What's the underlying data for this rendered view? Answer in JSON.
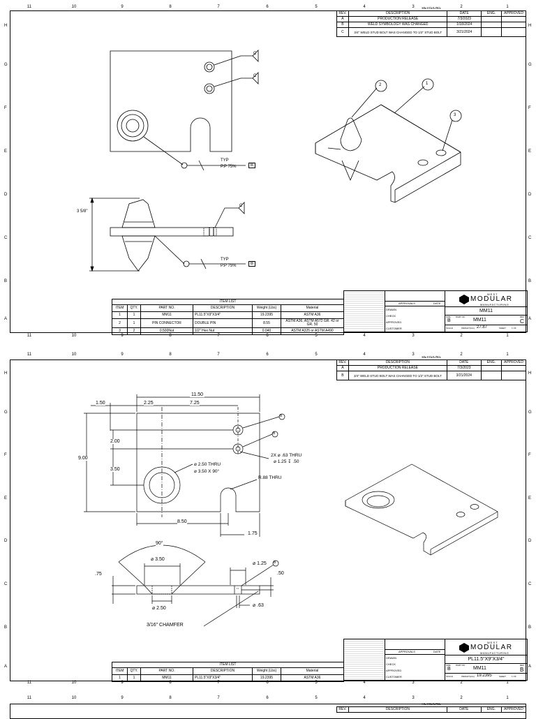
{
  "zones": {
    "columns": [
      "11",
      "10",
      "9",
      "8",
      "7",
      "6",
      "5",
      "4",
      "3",
      "2",
      "1"
    ],
    "rows_sheet1": [
      "H",
      "G",
      "F",
      "E",
      "D",
      "C",
      "B",
      "A"
    ],
    "rows_sheet2": [
      "H",
      "G",
      "F",
      "E",
      "D",
      "C",
      "B",
      "A"
    ]
  },
  "revisions_title": "REVISIONS",
  "revisions_headers": {
    "rev": "REV.",
    "description": "DESCRIPTION",
    "date": "DATE",
    "eng": "ENG.",
    "approved": "APPROVED"
  },
  "sheet1": {
    "revisions": [
      {
        "rev": "A",
        "description": "PRODUCTION RELEASE",
        "date": "7/3/2023"
      },
      {
        "rev": "B",
        "description": "WELD SYMBOLOGY WAS CHANGED",
        "date": "1/18/2024"
      },
      {
        "rev": "C",
        "description": "3/4\" WELD STUD BOLT WAS CHANGED TO 1/2\" STUD BOLT",
        "date": "3/21/2024"
      }
    ],
    "weld_labels": {
      "c1": "C",
      "c2": "C",
      "b1": "B",
      "b2": "B",
      "c3": "C"
    },
    "weld_notes": {
      "typ1": "TYP",
      "pp1": "P.P 75%",
      "typ2": "TYP",
      "pp2": "P.P 75%"
    },
    "dim_height": "3 5/8\"",
    "balloons": [
      "1",
      "2",
      "3"
    ],
    "item_list": {
      "title": "ITEM LIST",
      "headers": [
        "ITEM",
        "QTY.",
        "PART NO.",
        "DESCRIPTION",
        "Weight (Lbs)",
        "Material"
      ],
      "rows": [
        [
          "1",
          "1",
          "MM11",
          "PL11.5\"X9\"X3/4\"",
          "19.2395",
          "ASTM A36"
        ],
        [
          "2",
          "1",
          "PIN CONNECTOR",
          "DOUBLE PIN",
          "8.55",
          "ASTM A36, ASTM A572 GR. 42 or GR. 50"
        ],
        [
          "3",
          "2",
          "0.500Nut",
          "1/2\" Hex Nut",
          "0.040",
          "ASTM A325 or ASTM A490"
        ]
      ]
    },
    "title_block": {
      "approvals": "APPROVALS",
      "date_label": "DATE",
      "drawn": "DRAWN",
      "checked": "CHECK",
      "approved": "APPROVED",
      "customer": "CUSTOMER",
      "title": "MM11",
      "size_label": "SIZE",
      "size": "B",
      "part_no_label": "PART NO.",
      "part_no": "MM11",
      "rev_label": "REV",
      "rev": "C",
      "scale_label": "SCALE",
      "weight_label": "WEIGHT(Lbs)",
      "weight": "27.87",
      "sheet_label": "SHEET",
      "sheet": "1 OF"
    }
  },
  "sheet2": {
    "revisions": [
      {
        "rev": "A",
        "description": "PRODUCTION RELEASE",
        "date": "7/3/2023"
      },
      {
        "rev": "B",
        "description": "3/4\" WELD STUD BOLT WAS CHANGED TO 1/2\" STUD BOLT",
        "date": "3/21/2024"
      }
    ],
    "dims": {
      "overall_width": "11.50",
      "d150": "1.50",
      "d225": "2.25",
      "d725": "7.25",
      "d900": "9.00",
      "d200": "2.00",
      "d350": "3.50",
      "d850": "8.50",
      "d175": "1.75",
      "hole_note1": "⌀ 2.50 THRU",
      "hole_note2": "⌀ 3.50 X 90°",
      "holes_note1": "2X ⌀ .63 THRU",
      "holes_note2": "⌀ 1.25 ↧ .50",
      "slot": "R.88 THRU",
      "angle": "90°",
      "cs_dia": "⌀ 3.50",
      "thk": ".75",
      "cb_dia": "⌀ 1.25",
      "cb_depth": ".50",
      "thru_dia": "⌀ 2.50",
      "small_dia": "⌀ .63",
      "chamfer": "3/16\" CHAMFER",
      "weld_b1": "B",
      "weld_b2": "B",
      "weld_b3": "B"
    },
    "item_list": {
      "title": "ITEM LIST",
      "headers": [
        "ITEM",
        "QTY.",
        "PART NO.",
        "DESCRIPTION",
        "Weight (Lbs)",
        "Material"
      ],
      "rows": [
        [
          "1",
          "1",
          "MM11",
          "PL11.5\"X9\"X3/4\"",
          "19.2395",
          "ASTM A36"
        ]
      ]
    },
    "title_block": {
      "approvals": "APPROVALS",
      "date_label": "DATE",
      "drawn": "DRAWN",
      "checked": "CHECK",
      "approved": "APPROVED",
      "customer": "CUSTOMER",
      "title": "PL11.5\"X9\"X3/4\"",
      "size_label": "SIZE",
      "size": "B",
      "part_no_label": "PART NO.",
      "part_no": "MM11",
      "rev_label": "REV",
      "rev": "B",
      "scale_label": "SCALE",
      "weight_label": "WEIGHT(Lbs)",
      "weight": "19.2395",
      "sheet_label": "SHEET",
      "sheet": "1 OF"
    }
  },
  "sheet3": {
    "revisions_title": "REVISIONS",
    "headers": {
      "rev": "REV.",
      "description": "DESCRIPTION",
      "date": "DATE",
      "eng": "ENG.",
      "approved": "APPROVED"
    }
  },
  "logo": {
    "top": "WEST",
    "name": "MODULAR",
    "sub": "MANUFACTURING"
  }
}
